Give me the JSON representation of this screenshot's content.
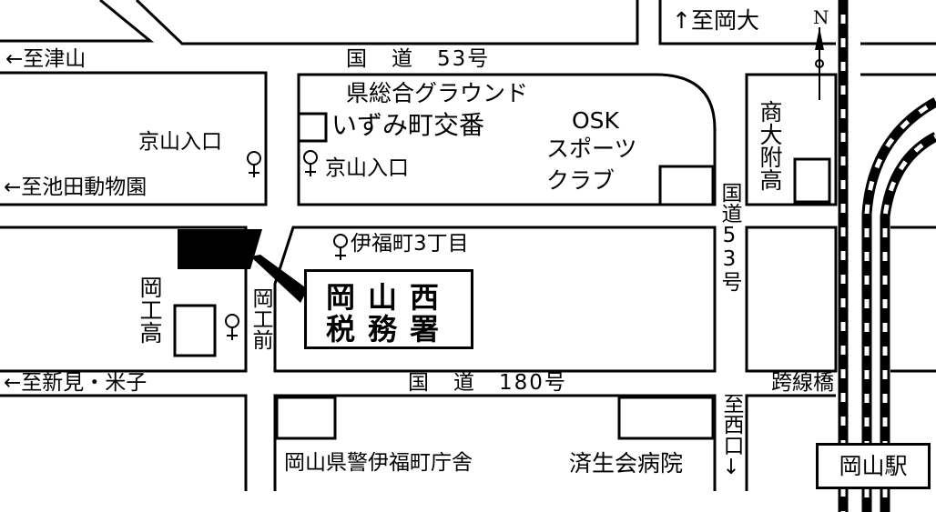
{
  "map": {
    "directions": {
      "okadai": "↑至岡大",
      "tsuyama": "←至津山",
      "ikeda_zoo": "←至池田動物園",
      "niimi_yonago": "←至新見・米子",
      "nishiguchi": "至西口↓"
    },
    "roads": {
      "route53_top": "国　道　53号",
      "route53_side": "国道53号",
      "route180": "国　道　180号",
      "crossing_bridge": "跨線橋"
    },
    "landmarks": {
      "stadium": "県総合グラウンド",
      "koban": "いずみ町交番",
      "osk_line1": "OSK",
      "osk_line2": "スポーツ",
      "osk_line3": "クラブ",
      "shodai_fuzoku": "商大附高",
      "okako": "岡工高",
      "police_office": "岡山県警伊福町庁舎",
      "saiseikai": "済生会病院",
      "station": "岡山駅",
      "tax_office_line1": "岡山西",
      "tax_office_line2": "税務署"
    },
    "bus_stops": {
      "kyoyama_right": "京山入口",
      "kyoyama_left": "京山入口",
      "ifukucho": "伊福町3丁目",
      "okako_mae": "岡工前"
    },
    "compass": "N",
    "colors": {
      "ink": "#000000",
      "paper": "#ffffff"
    }
  }
}
